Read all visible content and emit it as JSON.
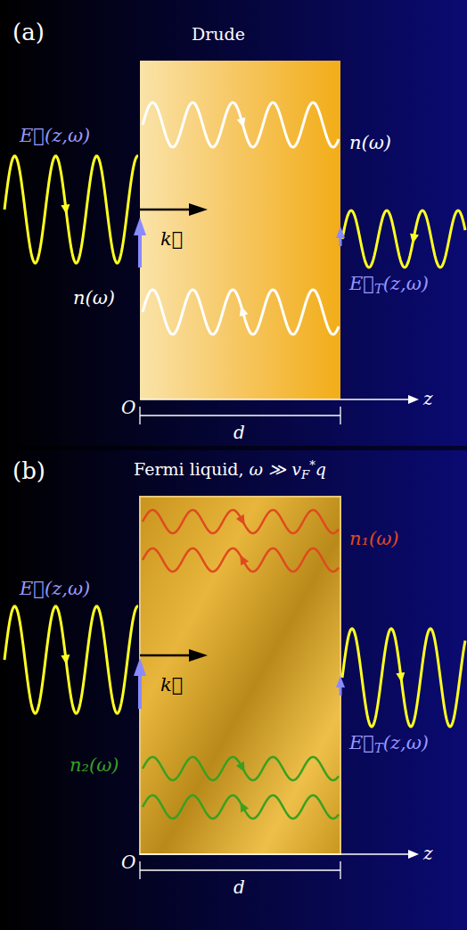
{
  "diagram": {
    "labels": [
      "(a)",
      "Drude",
      "E⃗(z,ω)",
      "n(ω)",
      "k⃗",
      "n(ω)",
      "E⃗T(z,ω)",
      "O",
      "z",
      "d",
      "(b)",
      "Fermi liquid, ω ≫ vF*q",
      "E⃗(z,ω)",
      "n₁(ω)",
      "k⃗",
      "E⃗T(z,ω)",
      "n₂(ω)",
      "O",
      "z",
      "d"
    ]
  }
}
